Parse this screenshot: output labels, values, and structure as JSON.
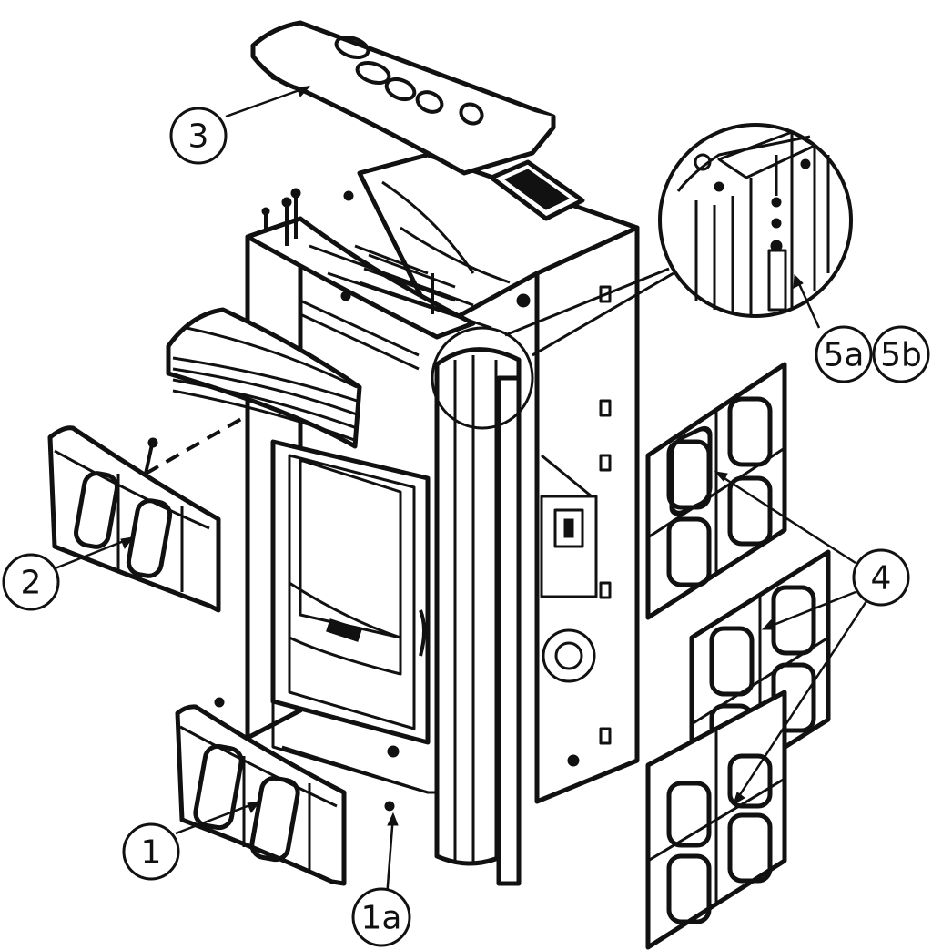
{
  "callouts": {
    "c1": "1",
    "c1a": "1a",
    "c2": "2",
    "c3": "3",
    "c4": "4",
    "c5a": "5a",
    "c5b": "5b"
  },
  "colors": {
    "line": "#111111",
    "background": "#ffffff"
  }
}
